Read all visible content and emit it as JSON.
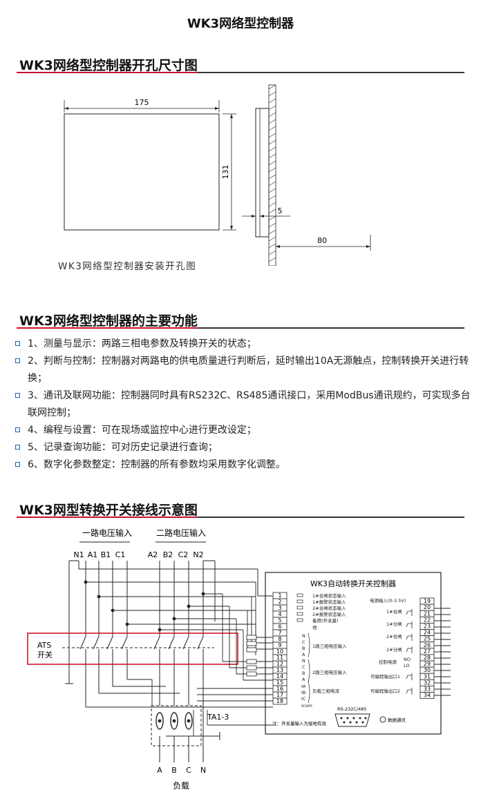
{
  "page_title": "WK3网络型控制器",
  "sections": {
    "cutout": "WK3网络型控制器开孔尺寸图",
    "functions": "WK3网络型控制器的主要功能",
    "wiring": "WK3网型转换开关接线示意图"
  },
  "cutout_figure": {
    "width": "175",
    "height": "131",
    "depth": "80",
    "thickness": "5",
    "caption": "WK3网络型控制器安装开孔图"
  },
  "features": [
    "1、测量与显示：两路三相电参数及转换开关的状态；",
    "2、判断与控制：控制器对两路电的供电质量进行判断后，延时输出10A无源触点，控制转换开关进行转换；",
    "3、通讯及联网功能：控制器同时具有RS232C、RS485通讯接口，采用ModBus通讯规约，可实现多台联网控制；",
    "4、编程与设置：可在现场或监控中心进行更改设定；",
    "5、记录查询功能：可对历史记录进行查询；",
    "6、数字化参数整定：控制器的所有参数均采用数字化调整。"
  ],
  "wiring": {
    "source1_label": "一路电压输入",
    "source2_label": "二路电压输入",
    "phase_labels": [
      "N1",
      "A1",
      "B1",
      "C1",
      "A2",
      "B2",
      "C2",
      "N2"
    ],
    "ats_label": "ATS",
    "switch_label": "开关",
    "ct_label": "TA1-3",
    "load_phases": [
      "A",
      "B",
      "C",
      "N"
    ],
    "load_label": "负载",
    "controller_title": "WK3自动转换开关控制器",
    "left_terminals": [
      "1",
      "2",
      "3",
      "4",
      "5",
      "6",
      "7",
      "8",
      "9",
      "10",
      "11",
      "12",
      "13",
      "14",
      "15",
      "16",
      "17",
      "18"
    ],
    "right_terminals": [
      "19",
      "20",
      "21",
      "22",
      "23",
      "24",
      "25",
      "26",
      "27",
      "28",
      "29",
      "30",
      "31",
      "32",
      "33",
      "34"
    ],
    "status_inputs": [
      "1#合闸状态输入",
      "1#报警状态输入",
      "2#合闸状态输入",
      "2#报警状态输入",
      "备用(开关量)"
    ],
    "gnd_label": "地",
    "phase_letters_1": [
      "N",
      "C",
      "B",
      "A"
    ],
    "phase_letters_2": [
      "N",
      "C",
      "B",
      "A"
    ],
    "voltage1_label": "1路三相电压输入",
    "voltage2_label": "2路三相电压输入",
    "current_letters": [
      "IA",
      "IB",
      "IC"
    ],
    "current_label": "负载三相电流",
    "com_label": "Icom",
    "power_label": "电源输入(0-3.5V)",
    "close1_label": "1#合闸",
    "open1_label": "1#分闸",
    "close2_label": "2#合闸",
    "open2_label": "2#分闸",
    "control_power": "控制电源",
    "no_label": "NO",
    "lo_label": "LO",
    "prog_out1": "可编程输出口1",
    "prog_out2": "可编程输出口2",
    "note": "注：开关量输入为接地有效",
    "rs_label": "RS-232C/485",
    "comm_label": "数据通讯"
  }
}
